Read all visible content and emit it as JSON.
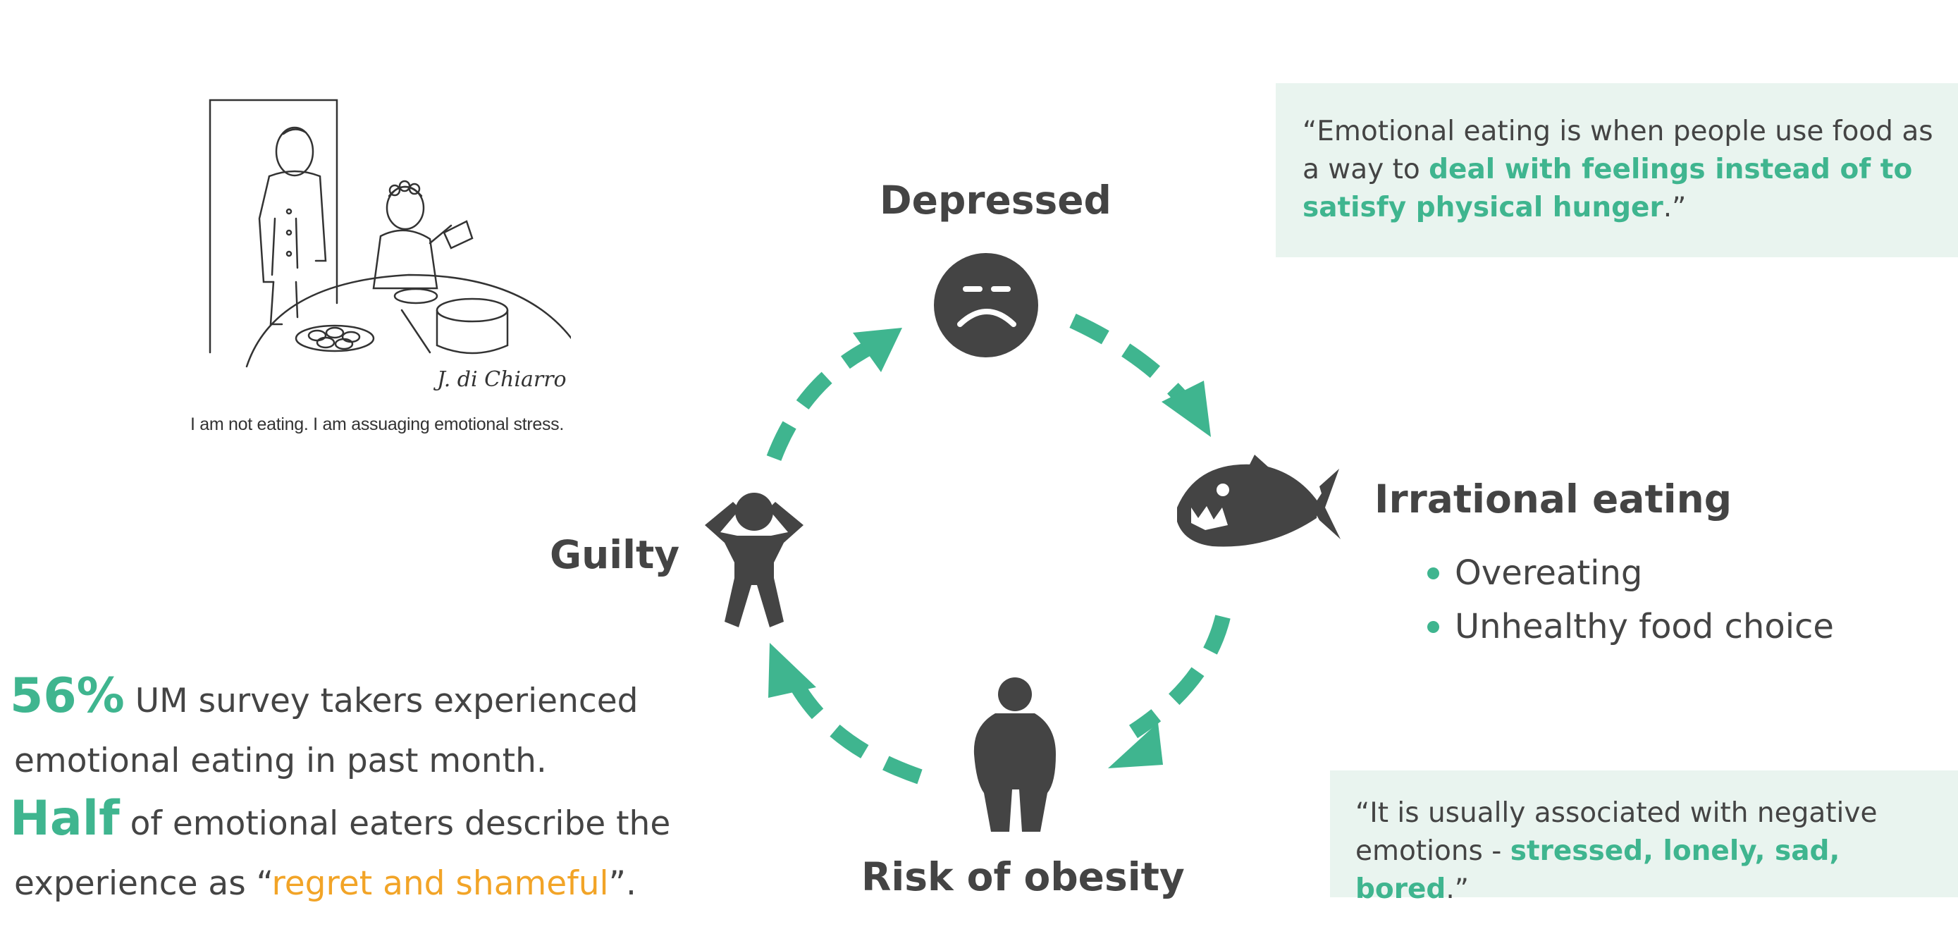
{
  "cartoon": {
    "caption": "I am not eating. I am assuaging emotional stress.",
    "signature": "J. di Chiarro"
  },
  "quote1": {
    "before": "“Emotional eating is when people use food as a way to ",
    "highlight": "deal with feelings instead of to satisfy physical hunger",
    "after": ".”"
  },
  "quote2": {
    "before": "“It is usually associated with negative emotions - ",
    "highlight": "stressed, lonely, sad, bored",
    "after": ".”"
  },
  "cycle": {
    "nodes": {
      "depressed": {
        "label": "Depressed",
        "icon": "sad-face-icon"
      },
      "irrational": {
        "label": "Irrational eating",
        "icon": "piranha-fish-icon"
      },
      "obesity": {
        "label": "Risk of obesity",
        "icon": "obese-person-icon"
      },
      "guilty": {
        "label": "Guilty",
        "icon": "guilty-person-icon"
      }
    },
    "irrational_bullets": [
      "Overeating",
      "Unhealthy food choice"
    ],
    "arrow_color": "#3fb58f"
  },
  "stats": {
    "stat1": {
      "number": "56%",
      "text_line1": " UM survey takers experienced",
      "text_line2": "emotional eating in past month."
    },
    "stat2": {
      "number": "Half",
      "text_line1": " of emotional eaters describe the",
      "text_line2_before": "experience as “",
      "text_line2_highlight": "regret and shameful",
      "text_line2_after": "”."
    }
  },
  "colors": {
    "accent": "#3fb58f",
    "orange": "#f2a427",
    "text": "#444444",
    "box": "#e9f4ef"
  }
}
